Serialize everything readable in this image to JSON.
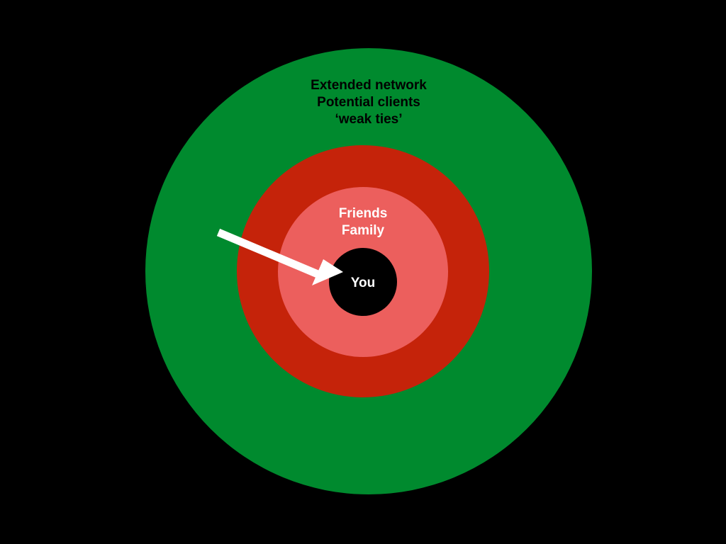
{
  "diagram": {
    "colors": {
      "background": "#000000",
      "outer_ring": "#008A2E",
      "middle_ring": "#C5230A",
      "inner_ring": "#EC5F5D",
      "center": "#000000",
      "arrow": "#FFFFFF"
    },
    "rings": {
      "outer": {
        "lines": [
          "Extended network",
          "Potential clients",
          "‘weak ties’"
        ],
        "text_color": "#000000"
      },
      "inner": {
        "lines": [
          "Friends",
          "Family"
        ],
        "text_color": "#FFFFFF"
      },
      "center": {
        "label": "You",
        "text_color": "#FFFFFF"
      }
    },
    "arrow": {
      "points_to": "center"
    }
  }
}
